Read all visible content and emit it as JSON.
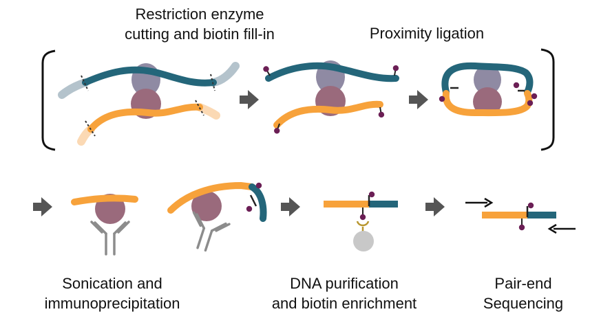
{
  "labels": {
    "restriction": [
      "Restriction enzyme",
      "cutting and biotin fill-in"
    ],
    "proximity": [
      "Proximity ligation"
    ],
    "sonication": [
      "Sonication and",
      "immunoprecipitation"
    ],
    "dna": [
      "DNA purification",
      "and biotin enrichment"
    ],
    "pairend": [
      "Pair-end",
      "Sequencing"
    ]
  },
  "colors": {
    "teal": "#24667a",
    "orange": "#f7a23b",
    "light_teal": "#b4c3cc",
    "light_orange": "#fbd9b4",
    "protein_top": "#8f8aa3",
    "protein_bottom": "#9a6a7c",
    "biotin": "#6b1f55",
    "arrow": "#555555",
    "antibody": "#8c8c8c",
    "bead": "#c8c8c8",
    "streptavidin": "#b8962e"
  },
  "icons": [
    "step-arrow-icon",
    "biotin-marker-icon",
    "antibody-icon",
    "streptavidin-bead-icon",
    "primer-arrow-icon"
  ]
}
